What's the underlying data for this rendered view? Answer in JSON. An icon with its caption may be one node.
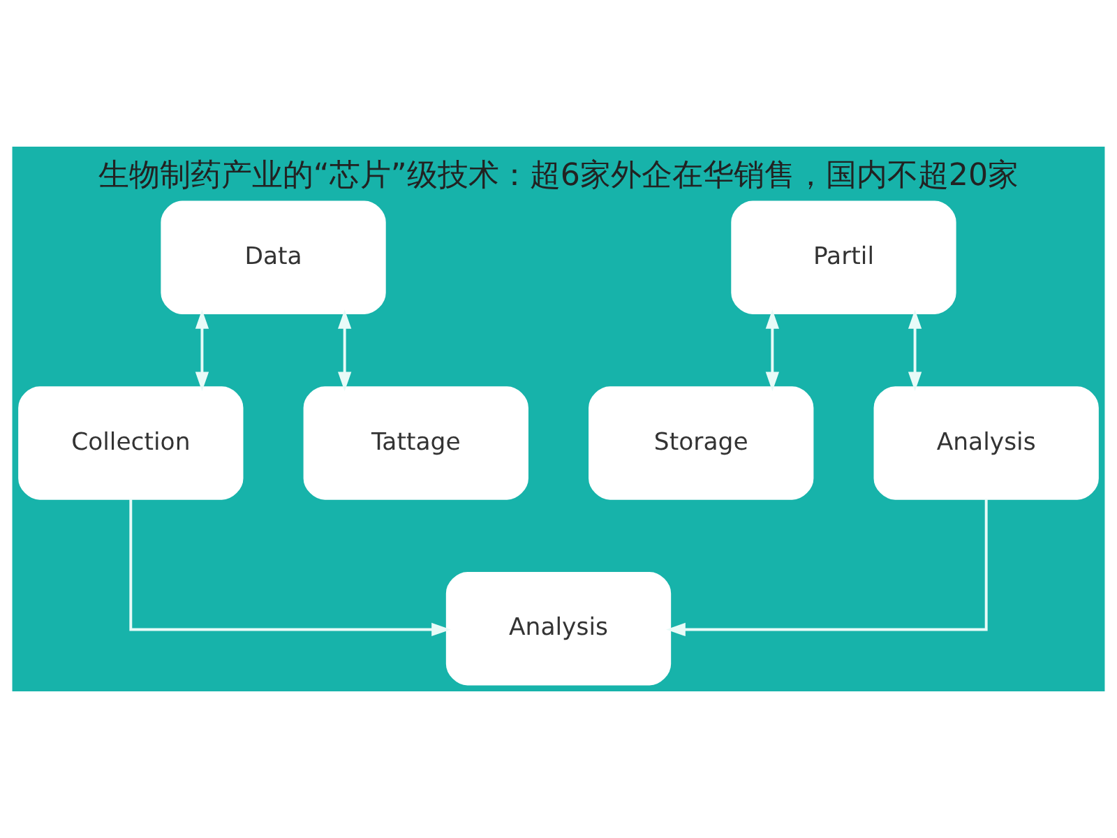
{
  "diagram": {
    "title": "生物制药产业的“芯片”级技术：超6家外企在华销售，国内不超20家",
    "nodes": [
      {
        "text": [
          "Data"
        ]
      },
      {
        "text": [
          "Partil"
        ]
      },
      {
        "text": [
          "Collection"
        ]
      },
      {
        "text": [
          "Tattage"
        ]
      },
      {
        "text": [
          "Storage"
        ]
      },
      {
        "text": [
          "Analysis"
        ]
      },
      {
        "text": [
          "Analysis"
        ]
      }
    ],
    "edges": [
      {
        "from": 0,
        "to": 2,
        "arrow": "both"
      },
      {
        "from": 0,
        "to": 3,
        "arrow": "both"
      },
      {
        "from": 1,
        "to": 4,
        "arrow": "both"
      },
      {
        "from": 1,
        "to": 5,
        "arrow": "both"
      },
      {
        "from": 2,
        "to": 6,
        "arrow": "to"
      },
      {
        "from": 5,
        "to": 6,
        "arrow": "to"
      }
    ]
  }
}
